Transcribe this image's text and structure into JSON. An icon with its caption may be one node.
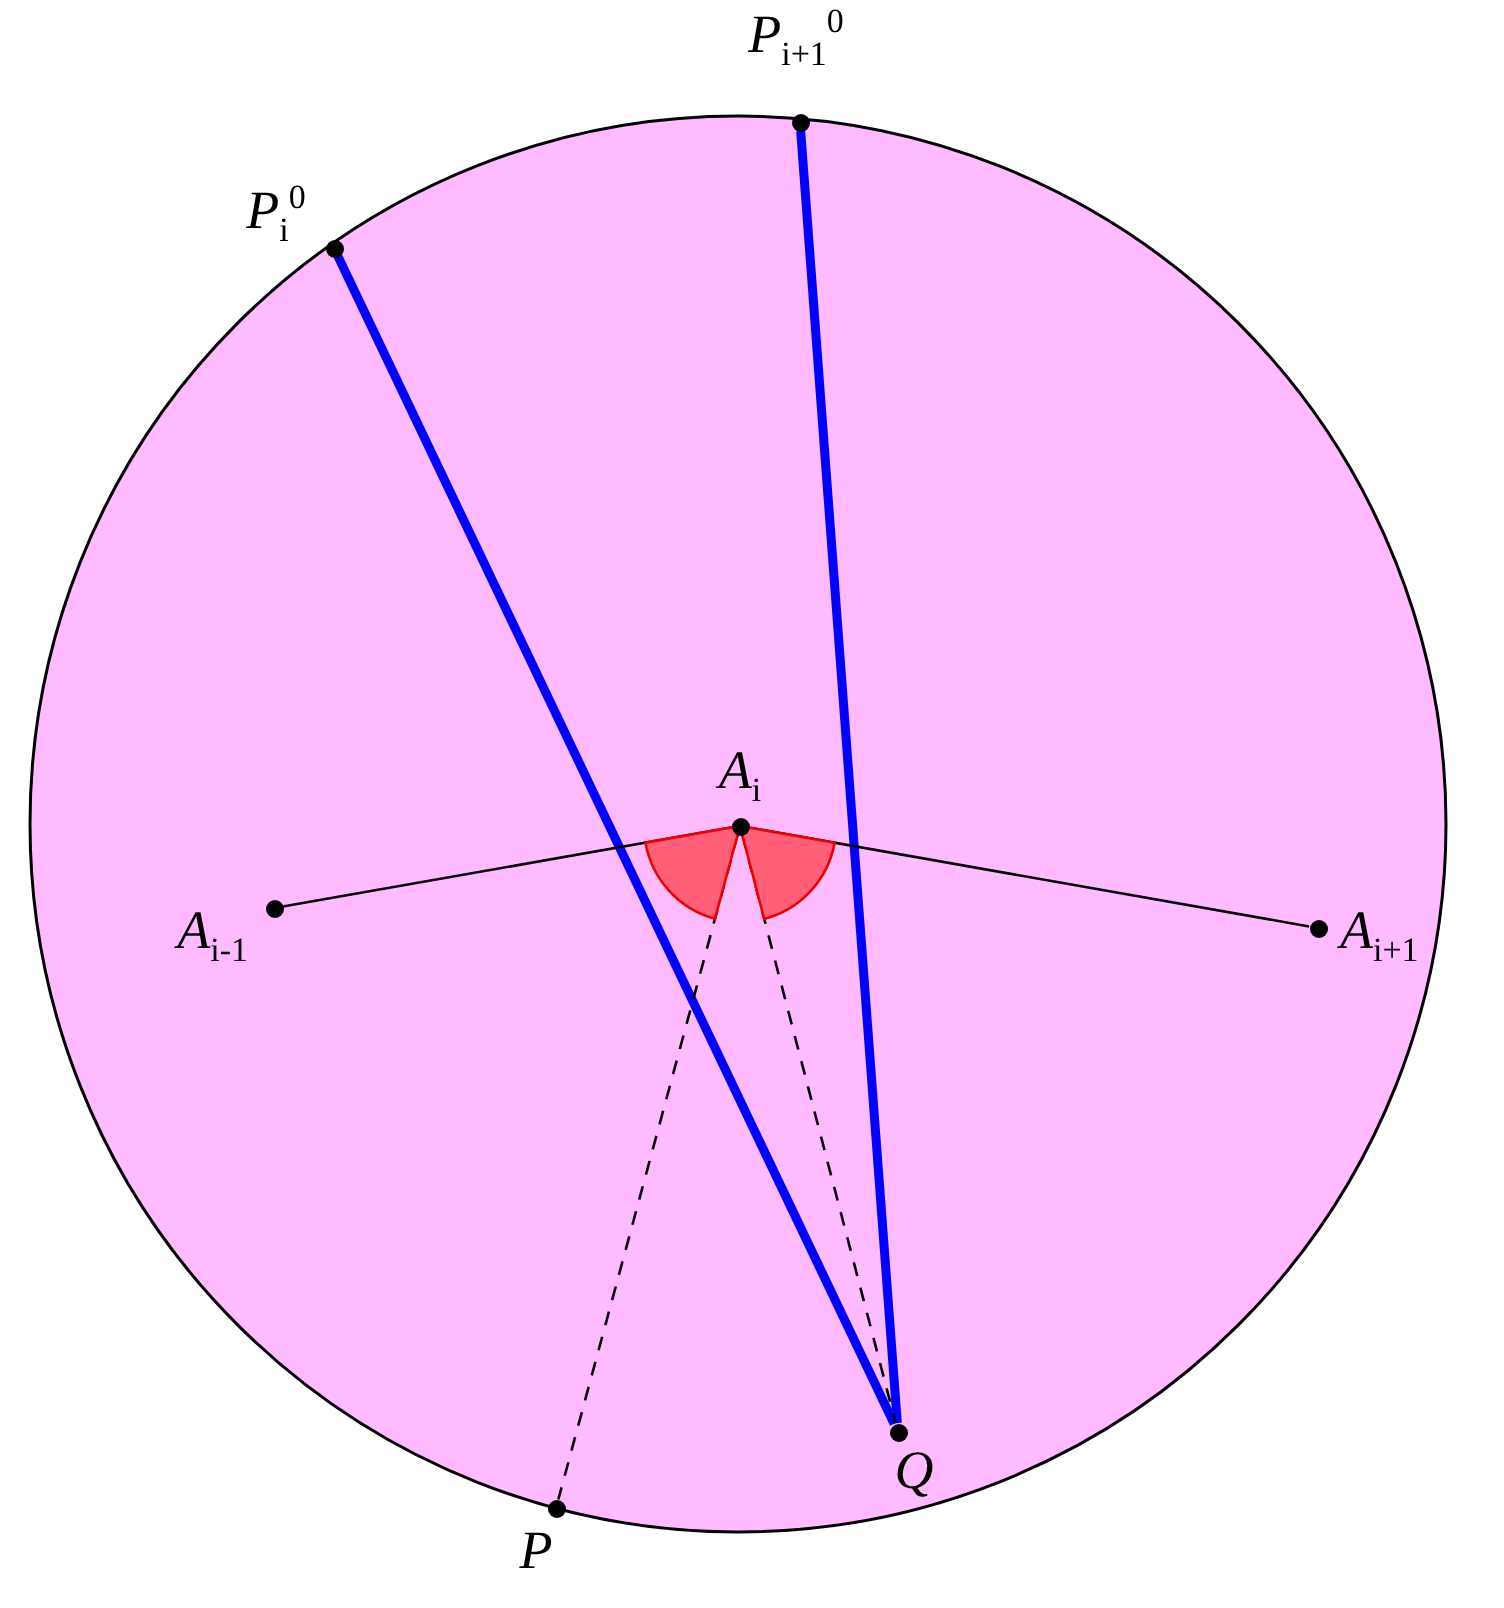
{
  "diagram": {
    "nodes": [
      {
        "text": [],
        "shape": "circle",
        "beside": [
          "*P*$_{i}$$^{0}$"
        ]
      },
      {
        "text": [],
        "shape": "circle",
        "beside": [
          "*P*$_{i+1}$$^{0}$"
        ]
      },
      {
        "text": [],
        "shape": "circle",
        "beside": [
          "*A*$_{i}$"
        ]
      },
      {
        "text": [],
        "shape": "circle",
        "beside": [
          "*A*$_{i-1}$"
        ]
      },
      {
        "text": [],
        "shape": "circle",
        "beside": [
          "*A*$_{i+1}$"
        ]
      },
      {
        "text": [],
        "shape": "circle",
        "beside": [
          "*Q*"
        ]
      },
      {
        "text": [],
        "shape": "circle",
        "beside": [
          "*P*"
        ]
      }
    ],
    "edges": [
      {
        "from": 0,
        "to": 5,
        "arrow": "none",
        "style": "thick",
        "color": "#0000ff"
      },
      {
        "from": 1,
        "to": 5,
        "arrow": "none",
        "style": "thick",
        "color": "#0000ff"
      },
      {
        "from": 3,
        "to": 2,
        "arrow": "none"
      },
      {
        "from": 2,
        "to": 4,
        "arrow": "none"
      },
      {
        "from": 2,
        "to": 6,
        "arrow": "none",
        "style": "dashed"
      },
      {
        "from": 2,
        "to": 5,
        "arrow": "none",
        "style": "dashed"
      }
    ]
  }
}
